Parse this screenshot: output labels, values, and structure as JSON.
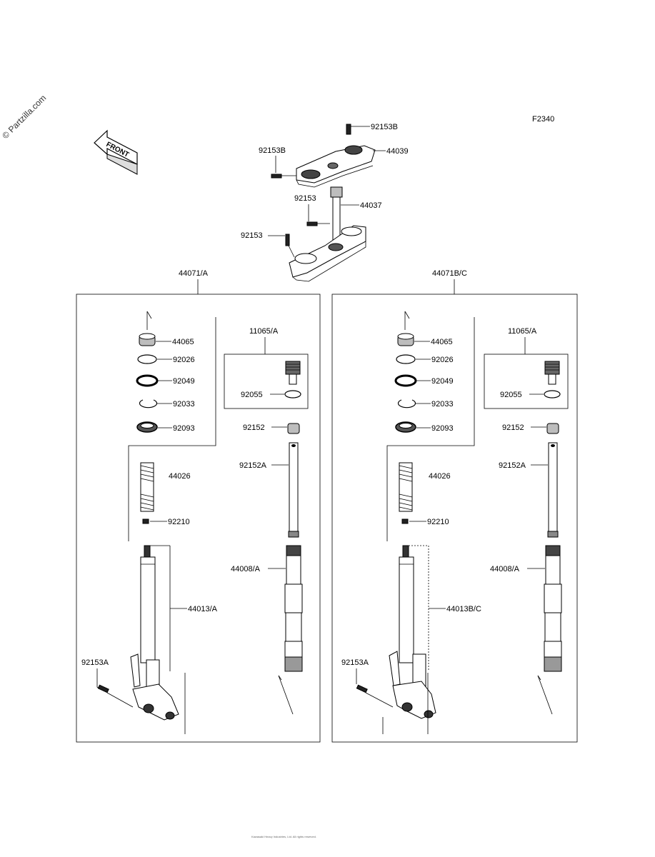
{
  "watermark": "© Partzilla.com",
  "figure_code": "F2340",
  "front_arrow": "FRONT",
  "top_parts": {
    "bolt_upper_right": "92153B",
    "upper_bracket": "44039",
    "bolt_upper_left": "92153B",
    "bolt_stem": "92153",
    "stem_assy": "44037",
    "bolt_lower": "92153"
  },
  "left_assembly": {
    "title": "44071/A",
    "cap": "44065",
    "ring": "92026",
    "seal": "92049",
    "clip": "92033",
    "dust_seal": "92093",
    "spring": "44026",
    "nut": "92210",
    "inner_tube": "44013/A",
    "bolt": "92153A",
    "cartridge_box": "11065/A",
    "oring": "92055",
    "collar": "92152",
    "pipe": "92152A",
    "outer_tube": "44008/A"
  },
  "right_assembly": {
    "title": "44071B/C",
    "cap": "44065",
    "ring": "92026",
    "seal": "92049",
    "clip": "92033",
    "dust_seal": "92093",
    "spring": "44026",
    "nut": "92210",
    "inner_tube": "44013B/C",
    "bolt": "92153A",
    "cartridge_box": "11065/A",
    "oring": "92055",
    "collar": "92152",
    "pipe": "92152A",
    "outer_tube": "44008/A"
  },
  "footer_text": "Kawasaki Heavy Industries, Ltd. All rights reserved."
}
